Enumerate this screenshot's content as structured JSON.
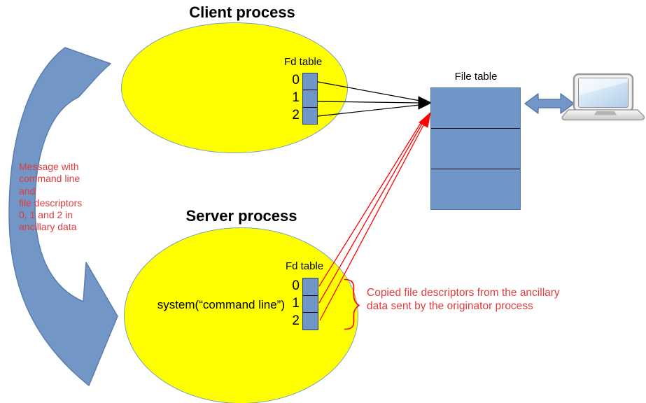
{
  "client": {
    "title": "Client process",
    "fd_table_label": "Fd table",
    "fd_rows": [
      "0",
      "1",
      "2"
    ]
  },
  "server": {
    "title": "Server process",
    "system_call": "system(“command line”)",
    "fd_table_label": "Fd table",
    "fd_rows": [
      "0",
      "1",
      "2"
    ]
  },
  "file_table": {
    "label": "File table",
    "row_count": 3
  },
  "annotations": {
    "message_lines": [
      "Message with",
      "command line",
      "and",
      "file descriptors",
      "0, 1 and 2 in",
      "ancillary data"
    ],
    "copied_lines": [
      "Copied file descriptors from the ancillary",
      "data sent by the originator process"
    ]
  },
  "icons": {
    "curved_arrow": "curved-arrow-icon",
    "double_arrow": "double-arrow-icon",
    "laptop": "laptop-icon",
    "brace": "brace-icon"
  },
  "colors": {
    "process_fill": "#ffff00",
    "process_border": "#7d9ec9",
    "table_fill": "#7096c8",
    "table_border": "#24406e",
    "shape_blue": "#7296c6",
    "shape_blue_border": "#5a7cae",
    "connector_black": "#000000",
    "connector_red": "#ff0000",
    "annotation_red": "#e13c3e"
  }
}
